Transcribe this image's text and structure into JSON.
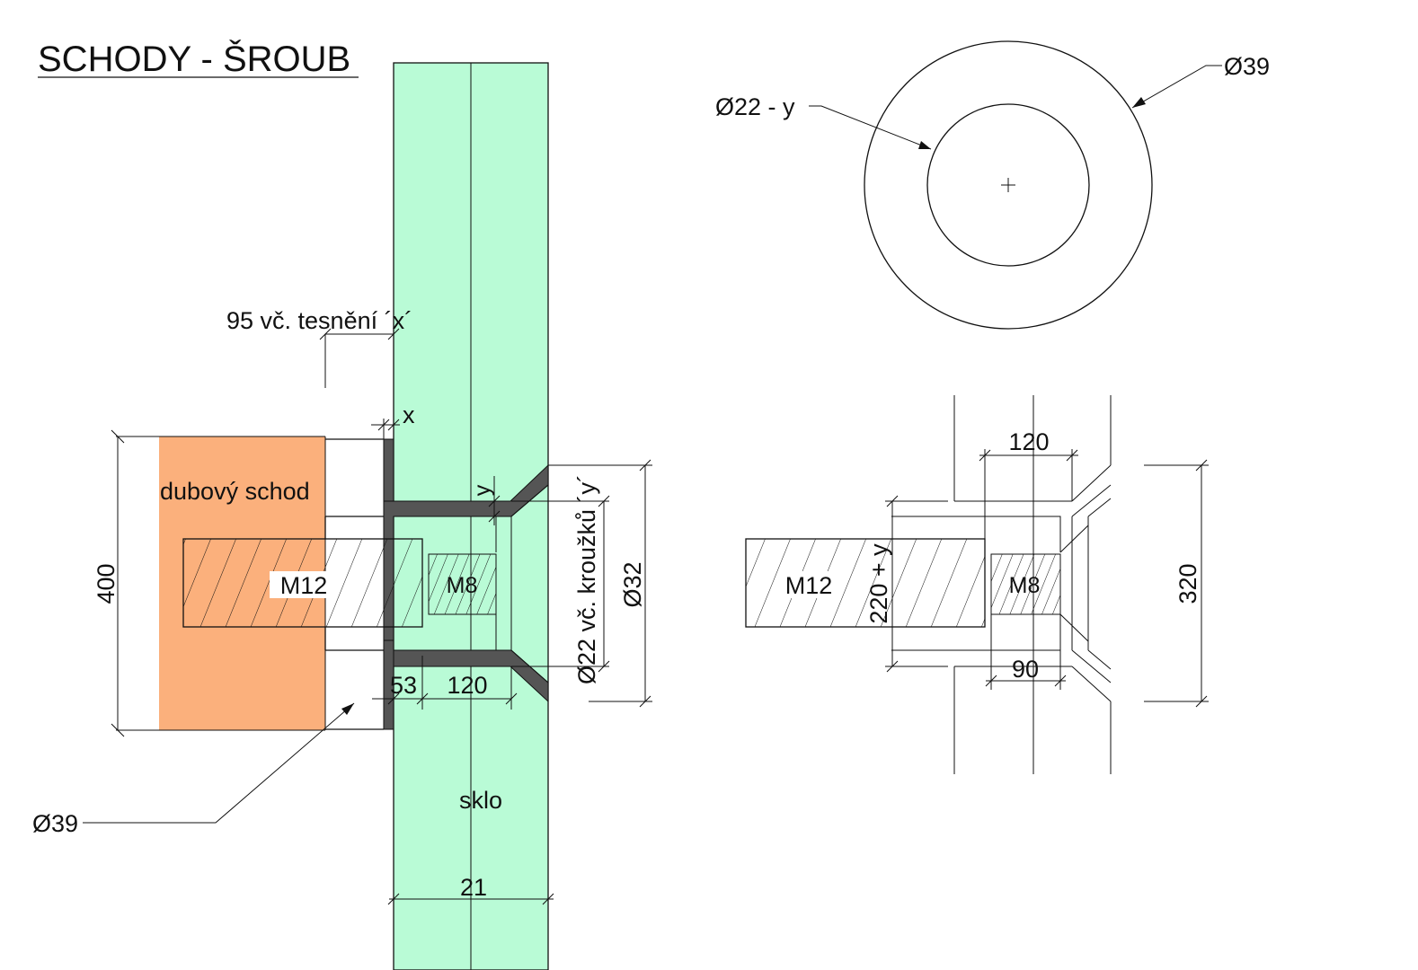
{
  "title": "SCHODY - ŠROUB",
  "colors": {
    "glass": "#b9fbd6",
    "oak": "#fbb07c",
    "seal": "#555555",
    "line": "#111111"
  },
  "labels": {
    "oak_step": "dubový schod",
    "glass": "sklo",
    "bolt_m12": "M12",
    "bolt_m8": "M8",
    "seal_note": "95 vč. tesnění ´x´",
    "x": "x",
    "y": "y",
    "dia39_left": "Ø39",
    "dia22_rings": "Ø22 vč. kroužků ´y´",
    "dia32": "Ø32",
    "dia22_y": "Ø22 - y",
    "dia39_top": "Ø39",
    "bolt_m12_right": "M12",
    "bolt_m8_right": "M8"
  },
  "dimensions": {
    "d400": "400",
    "d53": "53",
    "d120": "120",
    "d21": "21",
    "d120_right": "120",
    "d90": "90",
    "d220y": "220 + y",
    "d320": "320"
  }
}
